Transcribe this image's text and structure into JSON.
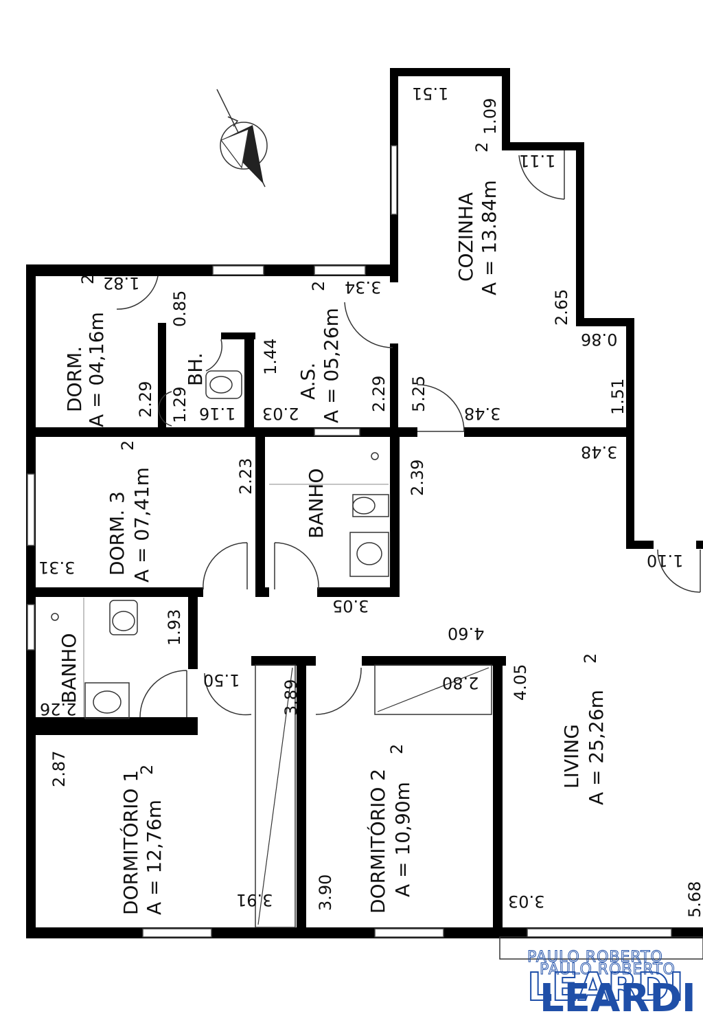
{
  "rooms": {
    "cozinha": {
      "name": "COZINHA",
      "area": "A = 13.84m"
    },
    "dorm_small": {
      "name": "DORM.",
      "area": "A = 04,16m"
    },
    "bh": {
      "name": "BH."
    },
    "as": {
      "name": "A.S.",
      "area": "A = 05,26m"
    },
    "dorm3": {
      "name": "DORM. 3",
      "area": "A = 07,41m"
    },
    "banho1": {
      "name": "BANHO"
    },
    "banho2": {
      "name": "BANHO"
    },
    "dormitorio1": {
      "name": "DORMITÓRIO 1",
      "area": "A = 12,76m"
    },
    "dormitorio2": {
      "name": "DORMITÓRIO 2",
      "area": "A = 10,90m"
    },
    "living": {
      "name": "LIVING",
      "area": "A = 25,26m"
    }
  },
  "superscript": "2",
  "dimensions": {
    "d_1_51_top": "1.51",
    "d_1_09": "1.09",
    "d_1_11": "1.11",
    "d_2_65": "2.65",
    "d_0_86": "0.86",
    "d_1_51_right": "1.51",
    "d_3_48_a": "3.48",
    "d_3_48_b": "3.48",
    "d_5_25": "5.25",
    "d_1_82": "1.82",
    "d_0_85": "0.85",
    "d_3_34": "3.34",
    "d_1_44": "1.44",
    "d_2_29_a": "2.29",
    "d_2_29_b": "2.29",
    "d_1_29": "1.29",
    "d_1_16": "1.16",
    "d_2_03": "2.03",
    "d_2_23": "2.23",
    "d_2_39": "2.39",
    "d_3_31": "3.31",
    "d_3_05": "3.05",
    "d_1_10": "1.10",
    "d_1_93": "1.93",
    "d_4_60": "4.60",
    "d_1_50": "1.50",
    "d_3_89": "3.89",
    "d_2_80": "2.80",
    "d_4_05": "4.05",
    "d_2_26": "2.26",
    "d_2_87": "2.87",
    "d_3_91": "3.91",
    "d_3_90": "3.90",
    "d_3_03": "3.03",
    "d_5_68": "5.68"
  },
  "watermark": {
    "line1": "PAULO ROBERTO",
    "line2": "LEARDI",
    "color": "#1f4fa8"
  }
}
